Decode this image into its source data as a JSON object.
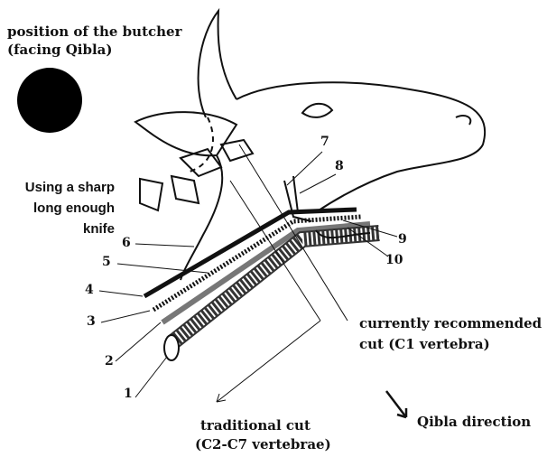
{
  "butcher": {
    "line1": "position of the butcher",
    "line2": "(facing Qibla)"
  },
  "knife": {
    "line1": "Using a sharp",
    "line2": "long enough",
    "line3": "knife"
  },
  "numbers": [
    "1",
    "2",
    "3",
    "4",
    "5",
    "6",
    "7",
    "8",
    "9",
    "10"
  ],
  "recommended": {
    "line1": "currently recommended",
    "line2": "cut (C1 vertebra)"
  },
  "traditional": {
    "line1": "traditional cut",
    "line2": "(C2-C7 vertebrae)"
  },
  "qibla": {
    "label": "Qibla direction"
  }
}
